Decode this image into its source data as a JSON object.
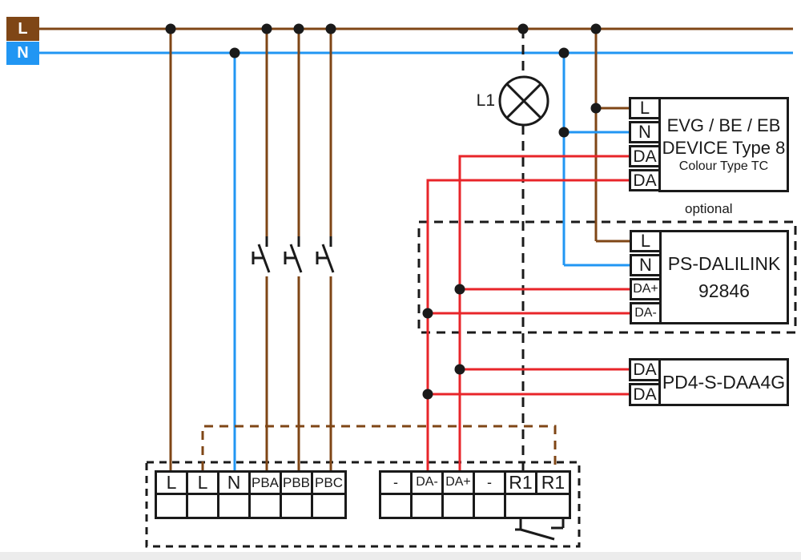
{
  "power_rails": {
    "l_label": "L",
    "n_label": "N"
  },
  "lamp_label": "L1",
  "optional_label": "optional",
  "devices": {
    "evg": {
      "terminals": [
        "L",
        "N",
        "DA",
        "DA"
      ],
      "lines": [
        "EVG / BE / EB",
        "DEVICE Type 8",
        "Colour Type TC"
      ]
    },
    "ps": {
      "terminals": [
        "L",
        "N",
        "DA+",
        "DA-"
      ],
      "lines": [
        "PS-DALILINK",
        "92846"
      ]
    },
    "pd4": {
      "terminals": [
        "DA",
        "DA"
      ],
      "lines": [
        "PD4-S-DAA4G"
      ]
    }
  },
  "terminal_blocks": {
    "left": {
      "cells": [
        "L",
        "L",
        "N",
        "PBA",
        "PBB",
        "PBC"
      ]
    },
    "right": {
      "cells": [
        "-",
        "DA-",
        "DA+",
        "-",
        "R1",
        "R1"
      ]
    }
  },
  "colors": {
    "line_brown": "#7F4616",
    "neutral_blue": "#2196F3",
    "dali_red": "#E8252A",
    "wire_black": "#1A1A1A",
    "chip_text": "#FFFFFF",
    "footer_gray": "#ECECEC"
  }
}
